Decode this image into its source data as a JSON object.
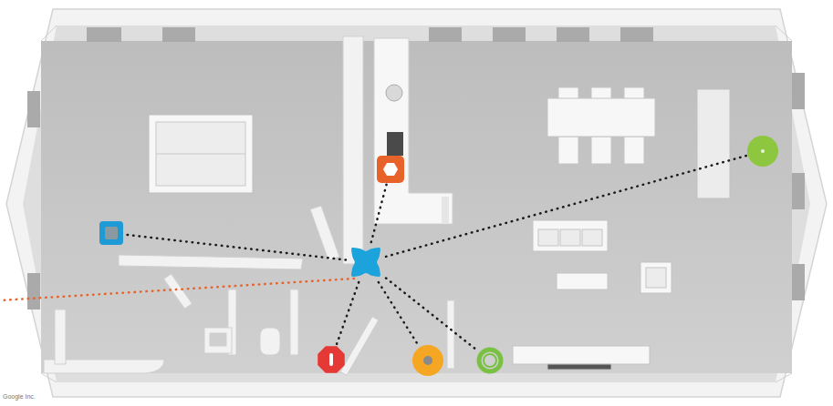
{
  "diagram": {
    "nodes": [
      {
        "text": []
      },
      {
        "text": []
      },
      {
        "text": []
      },
      {
        "text": []
      },
      {
        "text": []
      },
      {
        "text": []
      },
      {
        "text": []
      }
    ],
    "edges": [
      {
        "from": 3,
        "to": 0,
        "arrow": "none"
      },
      {
        "from": 3,
        "to": 1,
        "arrow": "none"
      },
      {
        "from": 3,
        "to": 2,
        "arrow": "none"
      },
      {
        "from": 3,
        "to": 4,
        "arrow": "none"
      },
      {
        "from": 3,
        "to": 5,
        "arrow": "none"
      },
      {
        "from": 3,
        "to": 6,
        "arrow": "none"
      }
    ],
    "labels": [
      "Google Inc."
    ]
  }
}
